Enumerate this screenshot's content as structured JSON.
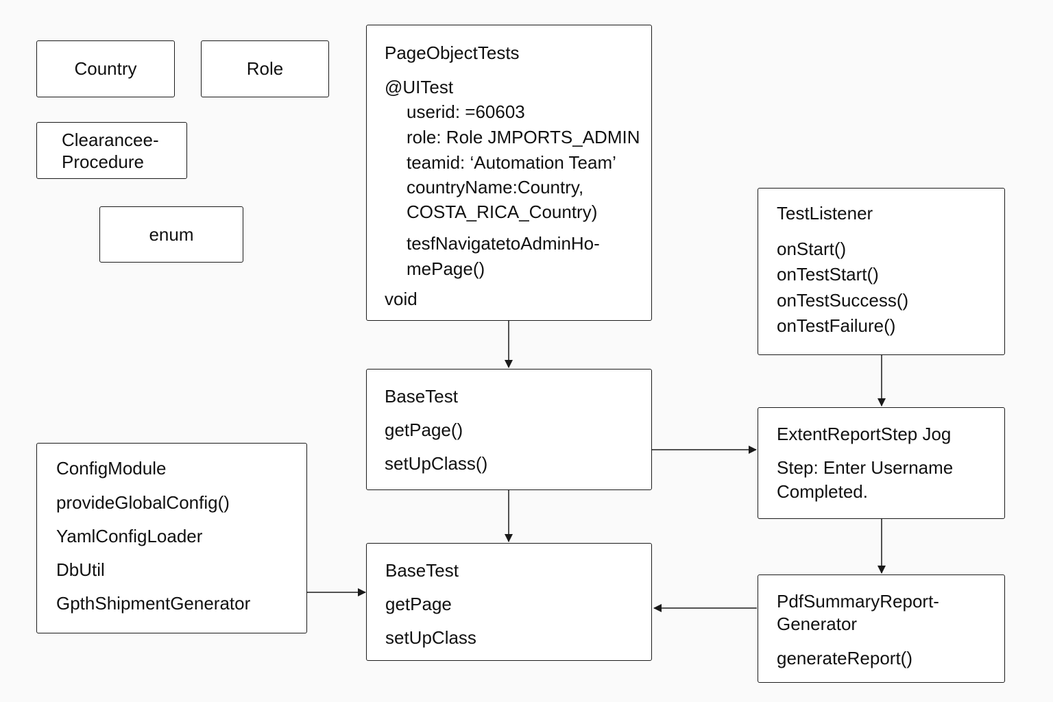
{
  "enum_boxes": {
    "country": "Country",
    "role": "Role",
    "clearance_procedure": [
      "Clearancee-",
      "Procedure"
    ],
    "enum": "enum"
  },
  "page_object_tests": {
    "title": "PageObjectTests",
    "annotation": "@UITest",
    "params": [
      "userid: =60603",
      "role: Role JMPORTS_ADMIN",
      "teamid:  ‘Automation Team’",
      "countryName:Country,",
      "COSTA_RICA_Country)"
    ],
    "method": [
      "tesfNavigatetoAdminHo-",
      "mePage()"
    ],
    "return_type": "void"
  },
  "base_test_1": {
    "title": "BaseTest",
    "methods": [
      "getPage()",
      "setUpClass()"
    ]
  },
  "base_test_2": {
    "title": "BaseTest",
    "methods": [
      "getPage",
      "setUpClass"
    ]
  },
  "config_module": {
    "title": "ConfigModule",
    "items": [
      "provideGlobalConfig()",
      "YamlConfigLoader",
      "DbUtil",
      "GpthShipmentGenerator"
    ]
  },
  "test_listener": {
    "title": "TestListener",
    "methods": [
      "onStart()",
      "onTestStart()",
      "onTestSuccess()",
      "onTestFailure()"
    ]
  },
  "extent_report": {
    "title": "ExtentReportStep Jog",
    "lines": [
      "Step: Enter Username",
      "Completed."
    ]
  },
  "pdf_summary": {
    "title": [
      "PdfSummaryReport-",
      "Generator"
    ],
    "method": "generateReport()"
  },
  "colors": {
    "stroke": "#1a1a1a",
    "background": "#fafafa",
    "box_fill": "#ffffff"
  }
}
